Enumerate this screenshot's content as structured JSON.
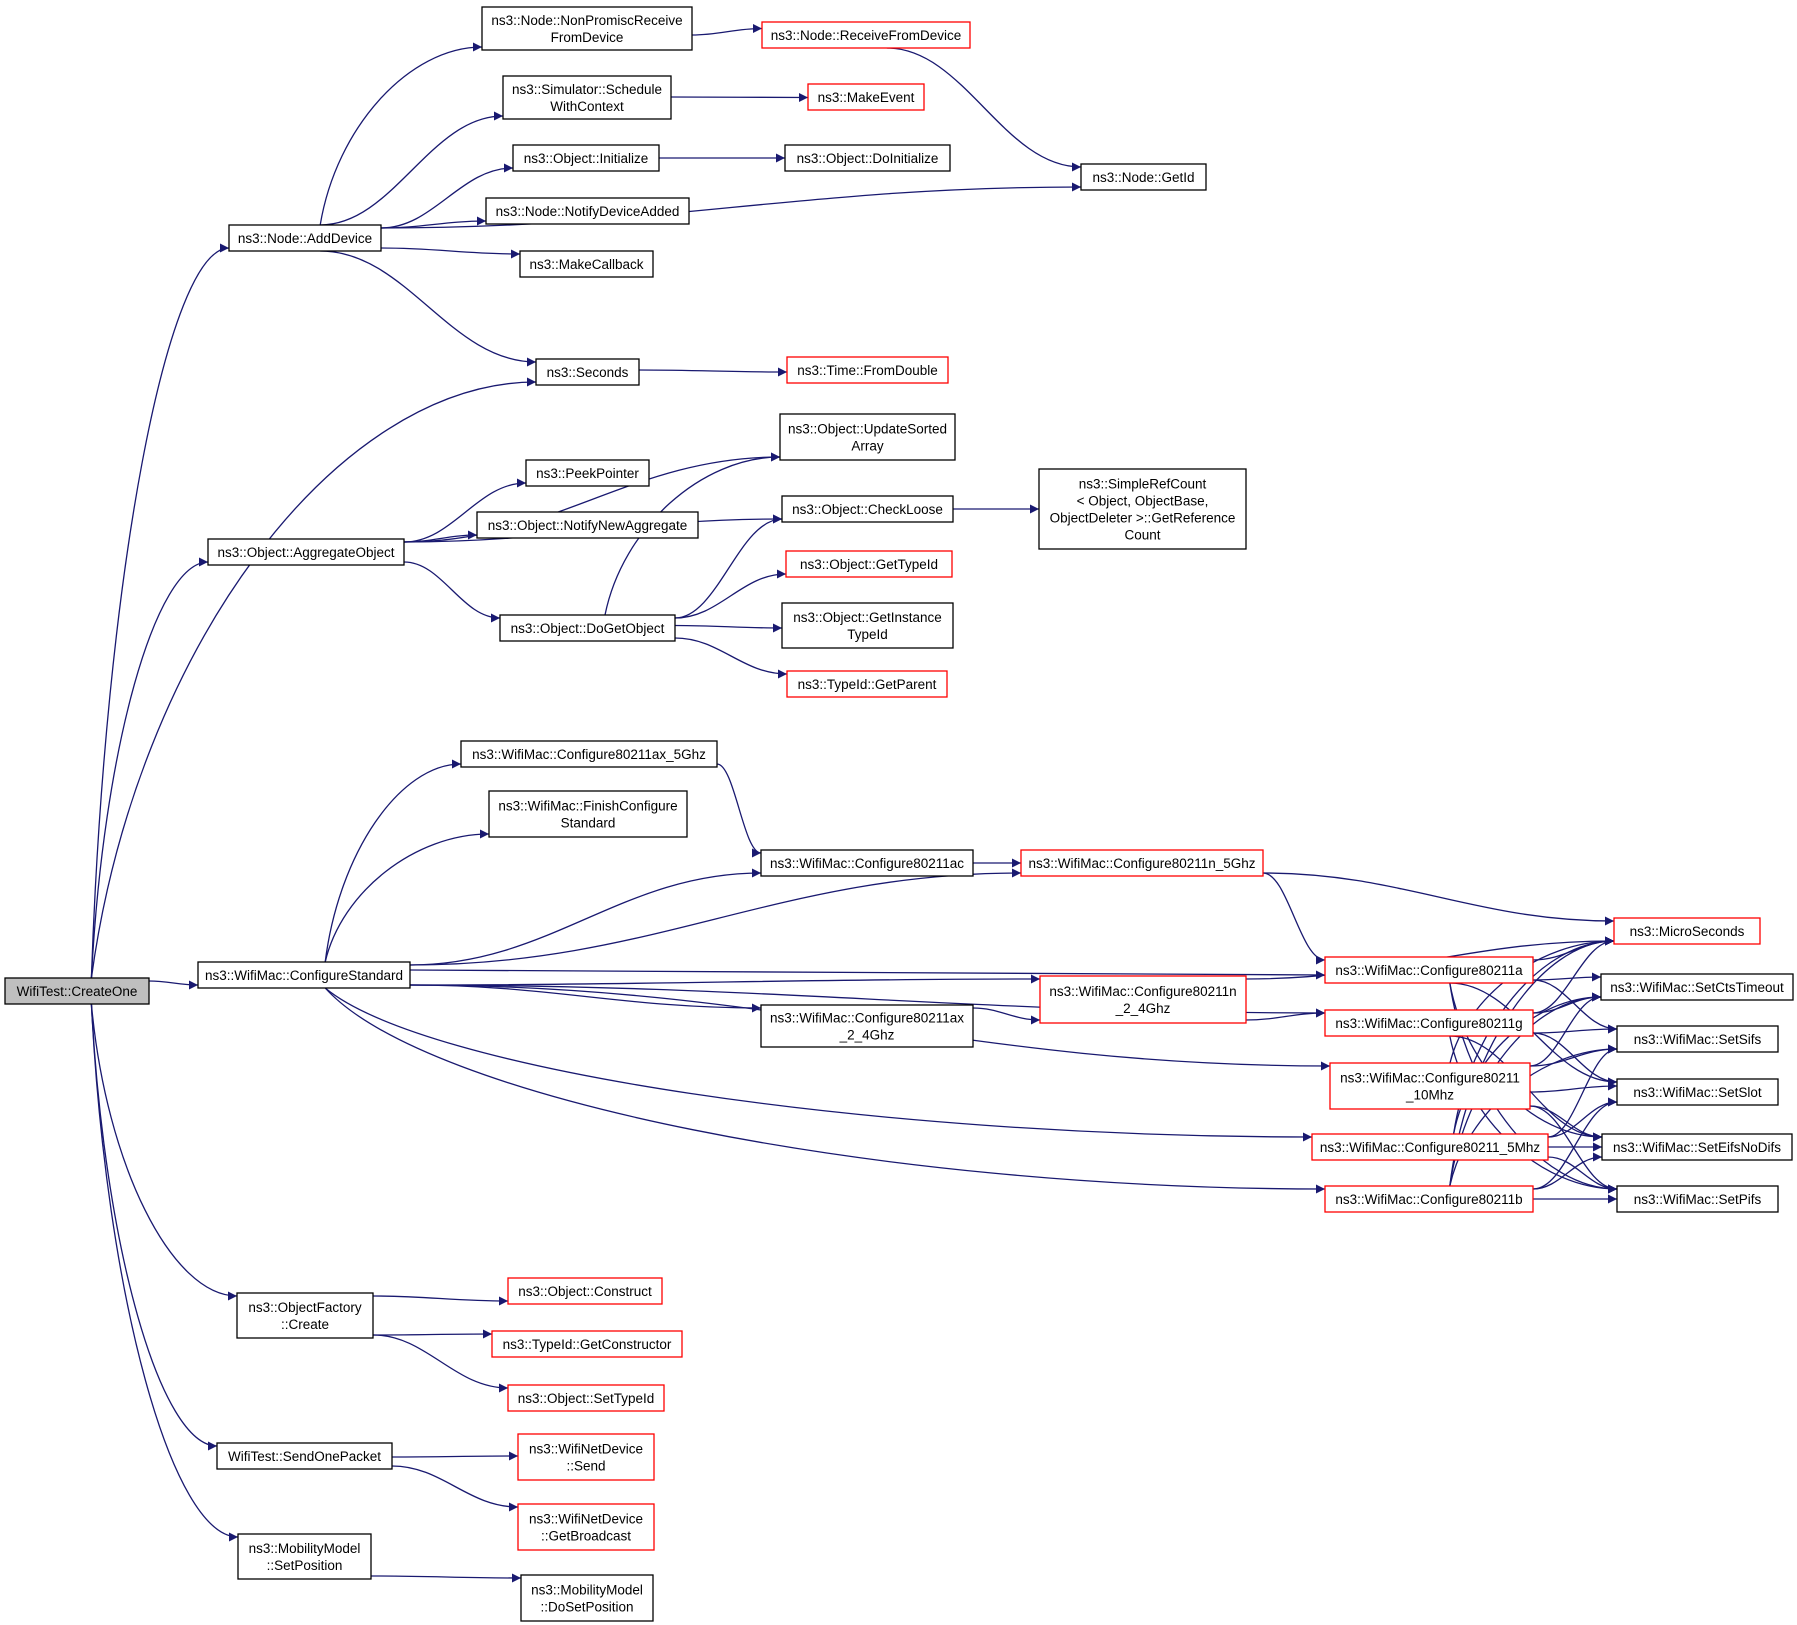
{
  "colors": {
    "edge": "#191970",
    "node_border": "#000000",
    "node_border_undocumented": "#ff0000",
    "root_fill": "#bfbfbf",
    "node_fill": "#ffffff"
  },
  "nodes": [
    {
      "id": "root",
      "lines": [
        "WifiTest::CreateOne"
      ],
      "border": "black",
      "root": true
    },
    {
      "id": "adddevice",
      "lines": [
        "ns3::Node::AddDevice"
      ],
      "border": "black"
    },
    {
      "id": "nonpromisc",
      "lines": [
        "ns3::Node::NonPromiscReceive",
        "FromDevice"
      ],
      "border": "black"
    },
    {
      "id": "receivefromdevice",
      "lines": [
        "ns3::Node::ReceiveFromDevice"
      ],
      "border": "red"
    },
    {
      "id": "schedulewithcontext",
      "lines": [
        "ns3::Simulator::Schedule",
        "WithContext"
      ],
      "border": "black"
    },
    {
      "id": "makeevent",
      "lines": [
        "ns3::MakeEvent"
      ],
      "border": "red"
    },
    {
      "id": "initialize",
      "lines": [
        "ns3::Object::Initialize"
      ],
      "border": "black"
    },
    {
      "id": "doinitialize",
      "lines": [
        "ns3::Object::DoInitialize"
      ],
      "border": "black"
    },
    {
      "id": "getid",
      "lines": [
        "ns3::Node::GetId"
      ],
      "border": "black"
    },
    {
      "id": "notifydeviceadded",
      "lines": [
        "ns3::Node::NotifyDeviceAdded"
      ],
      "border": "black"
    },
    {
      "id": "makecallback",
      "lines": [
        "ns3::MakeCallback"
      ],
      "border": "black"
    },
    {
      "id": "seconds",
      "lines": [
        "ns3::Seconds"
      ],
      "border": "black"
    },
    {
      "id": "fromdouble",
      "lines": [
        "ns3::Time::FromDouble"
      ],
      "border": "red"
    },
    {
      "id": "updatesortedarray",
      "lines": [
        "ns3::Object::UpdateSorted",
        "Array"
      ],
      "border": "black"
    },
    {
      "id": "peekpointer",
      "lines": [
        "ns3::PeekPointer"
      ],
      "border": "black"
    },
    {
      "id": "aggregateobject",
      "lines": [
        "ns3::Object::AggregateObject"
      ],
      "border": "black"
    },
    {
      "id": "notifynewaggregate",
      "lines": [
        "ns3::Object::NotifyNewAggregate"
      ],
      "border": "black"
    },
    {
      "id": "checkloose",
      "lines": [
        "ns3::Object::CheckLoose"
      ],
      "border": "black"
    },
    {
      "id": "getreferencecount",
      "lines": [
        "ns3::SimpleRefCount",
        "< Object, ObjectBase,",
        "ObjectDeleter >::GetReference",
        "Count"
      ],
      "border": "black"
    },
    {
      "id": "gettypeid",
      "lines": [
        "ns3::Object::GetTypeId"
      ],
      "border": "red"
    },
    {
      "id": "dogetobject",
      "lines": [
        "ns3::Object::DoGetObject"
      ],
      "border": "black"
    },
    {
      "id": "getinstancetypeid",
      "lines": [
        "ns3::Object::GetInstance",
        "TypeId"
      ],
      "border": "black"
    },
    {
      "id": "getparent",
      "lines": [
        "ns3::TypeId::GetParent"
      ],
      "border": "red"
    },
    {
      "id": "cfg_ax5",
      "lines": [
        "ns3::WifiMac::Configure80211ax_5Ghz"
      ],
      "border": "black"
    },
    {
      "id": "finishconfigure",
      "lines": [
        "ns3::WifiMac::FinishConfigure",
        "Standard"
      ],
      "border": "black"
    },
    {
      "id": "cfg_ac",
      "lines": [
        "ns3::WifiMac::Configure80211ac"
      ],
      "border": "black"
    },
    {
      "id": "cfg_n5",
      "lines": [
        "ns3::WifiMac::Configure80211n_5Ghz"
      ],
      "border": "red"
    },
    {
      "id": "configurestandard",
      "lines": [
        "ns3::WifiMac::ConfigureStandard"
      ],
      "border": "black"
    },
    {
      "id": "cfg_ax24",
      "lines": [
        "ns3::WifiMac::Configure80211ax",
        "_2_4Ghz"
      ],
      "border": "black"
    },
    {
      "id": "cfg_n24",
      "lines": [
        "ns3::WifiMac::Configure80211n",
        "_2_4Ghz"
      ],
      "border": "red"
    },
    {
      "id": "cfg_a",
      "lines": [
        "ns3::WifiMac::Configure80211a"
      ],
      "border": "red"
    },
    {
      "id": "cfg_g",
      "lines": [
        "ns3::WifiMac::Configure80211g"
      ],
      "border": "red"
    },
    {
      "id": "cfg_10",
      "lines": [
        "ns3::WifiMac::Configure80211",
        "_10Mhz"
      ],
      "border": "red"
    },
    {
      "id": "cfg_5",
      "lines": [
        "ns3::WifiMac::Configure80211_5Mhz"
      ],
      "border": "red"
    },
    {
      "id": "cfg_b",
      "lines": [
        "ns3::WifiMac::Configure80211b"
      ],
      "border": "red"
    },
    {
      "id": "microseconds",
      "lines": [
        "ns3::MicroSeconds"
      ],
      "border": "red"
    },
    {
      "id": "setctstimeout",
      "lines": [
        "ns3::WifiMac::SetCtsTimeout"
      ],
      "border": "black"
    },
    {
      "id": "setsifs",
      "lines": [
        "ns3::WifiMac::SetSifs"
      ],
      "border": "black"
    },
    {
      "id": "setslot",
      "lines": [
        "ns3::WifiMac::SetSlot"
      ],
      "border": "black"
    },
    {
      "id": "seteifsnodifs",
      "lines": [
        "ns3::WifiMac::SetEifsNoDifs"
      ],
      "border": "black"
    },
    {
      "id": "setpifs",
      "lines": [
        "ns3::WifiMac::SetPifs"
      ],
      "border": "black"
    },
    {
      "id": "factorycreate",
      "lines": [
        "ns3::ObjectFactory",
        "::Create"
      ],
      "border": "black"
    },
    {
      "id": "construct",
      "lines": [
        "ns3::Object::Construct"
      ],
      "border": "red"
    },
    {
      "id": "getconstructor",
      "lines": [
        "ns3::TypeId::GetConstructor"
      ],
      "border": "red"
    },
    {
      "id": "settypeid",
      "lines": [
        "ns3::Object::SetTypeId"
      ],
      "border": "red"
    },
    {
      "id": "sendonepacket",
      "lines": [
        "WifiTest::SendOnePacket"
      ],
      "border": "black"
    },
    {
      "id": "wifisend",
      "lines": [
        "ns3::WifiNetDevice",
        "::Send"
      ],
      "border": "red"
    },
    {
      "id": "getbroadcast",
      "lines": [
        "ns3::WifiNetDevice",
        "::GetBroadcast"
      ],
      "border": "red"
    },
    {
      "id": "setposition",
      "lines": [
        "ns3::MobilityModel",
        "::SetPosition"
      ],
      "border": "black"
    },
    {
      "id": "dosetposition",
      "lines": [
        "ns3::MobilityModel",
        "::DoSetPosition"
      ],
      "border": "black"
    }
  ],
  "edges": [
    [
      "root",
      "adddevice"
    ],
    [
      "root",
      "seconds"
    ],
    [
      "root",
      "aggregateobject"
    ],
    [
      "root",
      "configurestandard"
    ],
    [
      "root",
      "factorycreate"
    ],
    [
      "root",
      "sendonepacket"
    ],
    [
      "root",
      "setposition"
    ],
    [
      "adddevice",
      "nonpromisc"
    ],
    [
      "adddevice",
      "schedulewithcontext"
    ],
    [
      "adddevice",
      "initialize"
    ],
    [
      "adddevice",
      "notifydeviceadded"
    ],
    [
      "adddevice",
      "makecallback"
    ],
    [
      "adddevice",
      "getid"
    ],
    [
      "adddevice",
      "seconds"
    ],
    [
      "nonpromisc",
      "receivefromdevice"
    ],
    [
      "receivefromdevice",
      "getid"
    ],
    [
      "schedulewithcontext",
      "makeevent"
    ],
    [
      "initialize",
      "doinitialize"
    ],
    [
      "seconds",
      "fromdouble"
    ],
    [
      "aggregateobject",
      "updatesortedarray"
    ],
    [
      "aggregateobject",
      "peekpointer"
    ],
    [
      "aggregateobject",
      "notifynewaggregate"
    ],
    [
      "aggregateobject",
      "checkloose"
    ],
    [
      "aggregateobject",
      "dogetobject"
    ],
    [
      "dogetobject",
      "updatesortedarray"
    ],
    [
      "dogetobject",
      "checkloose"
    ],
    [
      "dogetobject",
      "gettypeid"
    ],
    [
      "dogetobject",
      "getinstancetypeid"
    ],
    [
      "dogetobject",
      "getparent"
    ],
    [
      "checkloose",
      "getreferencecount"
    ],
    [
      "configurestandard",
      "cfg_ax5"
    ],
    [
      "configurestandard",
      "finishconfigure"
    ],
    [
      "configurestandard",
      "cfg_ac"
    ],
    [
      "configurestandard",
      "cfg_n5"
    ],
    [
      "configurestandard",
      "cfg_a"
    ],
    [
      "configurestandard",
      "cfg_n24"
    ],
    [
      "configurestandard",
      "cfg_ax24"
    ],
    [
      "configurestandard",
      "cfg_g"
    ],
    [
      "configurestandard",
      "cfg_10"
    ],
    [
      "configurestandard",
      "cfg_5"
    ],
    [
      "configurestandard",
      "cfg_b"
    ],
    [
      "cfg_ax5",
      "cfg_ac"
    ],
    [
      "cfg_ac",
      "cfg_n5"
    ],
    [
      "cfg_n5",
      "microseconds"
    ],
    [
      "cfg_n5",
      "cfg_a"
    ],
    [
      "cfg_ax24",
      "cfg_n24"
    ],
    [
      "cfg_n24",
      "cfg_g"
    ],
    [
      "cfg_n24",
      "microseconds"
    ],
    [
      "cfg_a",
      "microseconds"
    ],
    [
      "cfg_a",
      "setctstimeout"
    ],
    [
      "cfg_a",
      "setsifs"
    ],
    [
      "cfg_a",
      "setslot"
    ],
    [
      "cfg_a",
      "seteifsnodifs"
    ],
    [
      "cfg_a",
      "setpifs"
    ],
    [
      "cfg_g",
      "microseconds"
    ],
    [
      "cfg_g",
      "setctstimeout"
    ],
    [
      "cfg_g",
      "setsifs"
    ],
    [
      "cfg_g",
      "setslot"
    ],
    [
      "cfg_g",
      "seteifsnodifs"
    ],
    [
      "cfg_g",
      "setpifs"
    ],
    [
      "cfg_10",
      "microseconds"
    ],
    [
      "cfg_10",
      "setctstimeout"
    ],
    [
      "cfg_10",
      "setsifs"
    ],
    [
      "cfg_10",
      "setslot"
    ],
    [
      "cfg_10",
      "seteifsnodifs"
    ],
    [
      "cfg_10",
      "setpifs"
    ],
    [
      "cfg_5",
      "microseconds"
    ],
    [
      "cfg_5",
      "setctstimeout"
    ],
    [
      "cfg_5",
      "setsifs"
    ],
    [
      "cfg_5",
      "setslot"
    ],
    [
      "cfg_5",
      "seteifsnodifs"
    ],
    [
      "cfg_5",
      "setpifs"
    ],
    [
      "cfg_b",
      "microseconds"
    ],
    [
      "cfg_b",
      "setctstimeout"
    ],
    [
      "cfg_b",
      "setsifs"
    ],
    [
      "cfg_b",
      "setslot"
    ],
    [
      "cfg_b",
      "seteifsnodifs"
    ],
    [
      "cfg_b",
      "setpifs"
    ],
    [
      "factorycreate",
      "construct"
    ],
    [
      "factorycreate",
      "getconstructor"
    ],
    [
      "factorycreate",
      "settypeid"
    ],
    [
      "sendonepacket",
      "wifisend"
    ],
    [
      "sendonepacket",
      "getbroadcast"
    ],
    [
      "setposition",
      "dosetposition"
    ]
  ]
}
